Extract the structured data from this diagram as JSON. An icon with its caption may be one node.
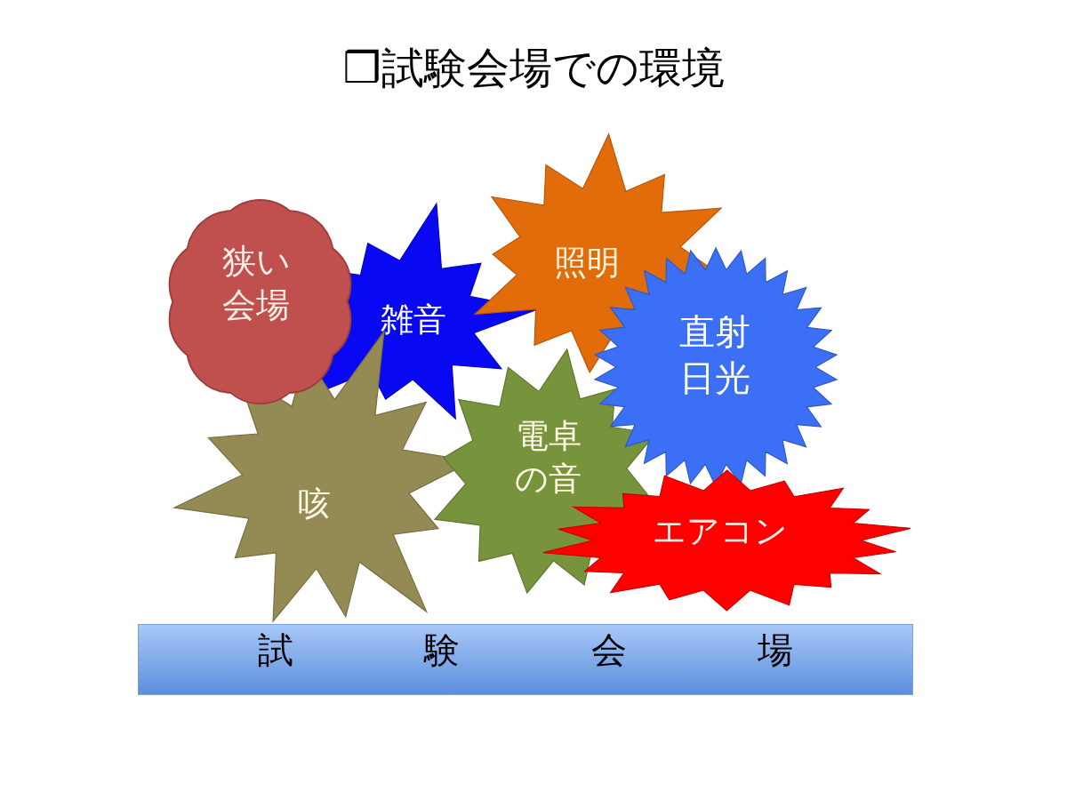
{
  "diagram": {
    "title": "❒試験会場での環境",
    "nodes": [
      {
        "text": [
          "狭い会場"
        ]
      },
      {
        "text": [
          "雑音"
        ]
      },
      {
        "text": [
          "照明"
        ]
      },
      {
        "text": [
          "直射日光"
        ]
      },
      {
        "text": [
          "咳"
        ]
      },
      {
        "text": [
          "電卓の音"
        ]
      },
      {
        "text": [
          "エアコン"
        ]
      },
      {
        "text": [
          "試験会場"
        ]
      }
    ]
  }
}
